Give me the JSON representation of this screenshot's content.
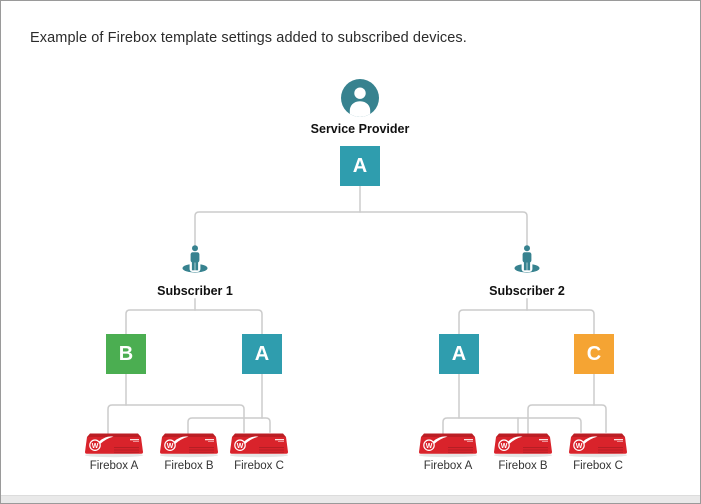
{
  "title": "Example of Firebox template settings added to subscribed devices.",
  "colors": {
    "teal": "#2f9dae",
    "green": "#4bae51",
    "orange": "#f5a433",
    "icon_teal": "#37828f",
    "firebox_red": "#d9232b",
    "line_gray": "#cccccc"
  },
  "template_colors": {
    "A": "teal",
    "B": "green",
    "C": "orange"
  },
  "firebox_logo": "W",
  "service_provider": {
    "label": "Service Provider",
    "template": "A"
  },
  "subscribers": [
    {
      "label": "Subscriber 1",
      "templates": [
        "B",
        "A"
      ],
      "fireboxes": [
        "Firebox A",
        "Firebox B",
        "Firebox C"
      ]
    },
    {
      "label": "Subscriber 2",
      "templates": [
        "A",
        "C"
      ],
      "fireboxes": [
        "Firebox A",
        "Firebox B",
        "Firebox C"
      ]
    }
  ]
}
